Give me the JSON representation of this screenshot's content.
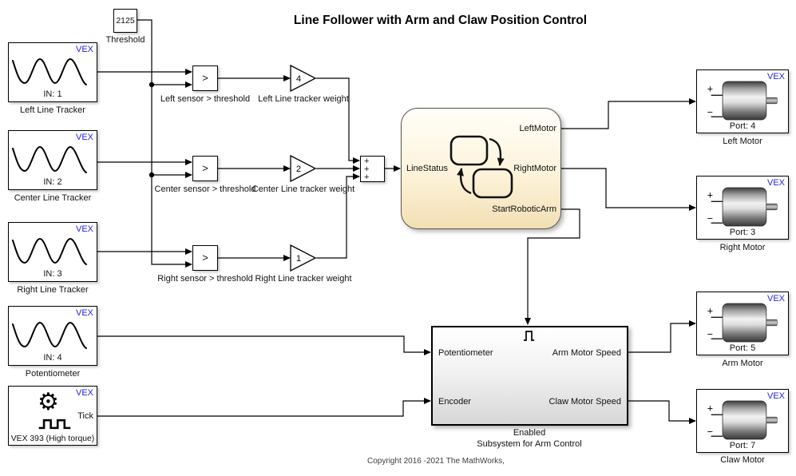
{
  "title": "Line Follower with Arm and Claw Position Control",
  "copyright": "Copyright 2016 -2021 The MathWorks,",
  "brand": "VEX",
  "colors": {
    "vex_blue": "#2323e6",
    "wire": "#000000",
    "chart_fill_bottom": "#f2dfb4"
  },
  "icons": {
    "gear": "⚙"
  },
  "threshold": {
    "value": "2125",
    "label": "Threshold"
  },
  "sources": [
    {
      "signal": "IN: 1",
      "label": "Left Line Tracker"
    },
    {
      "signal": "IN: 2",
      "label": "Center Line Tracker"
    },
    {
      "signal": "IN: 3",
      "label": "Right Line Tracker"
    },
    {
      "signal": "IN: 4",
      "label": "Potentiometer"
    }
  ],
  "encoder": {
    "port": "Tick",
    "label": "VEX 393 (High torque)"
  },
  "comparators": [
    {
      "op": ">",
      "label": "Left sensor > threshold"
    },
    {
      "op": ">",
      "label": "Center sensor > threshold"
    },
    {
      "op": ">",
      "label": "Right sensor > threshold"
    }
  ],
  "gains": [
    {
      "value": "4",
      "label": "Left Line tracker weight"
    },
    {
      "value": "2",
      "label": "Center Line tracker weight"
    },
    {
      "value": "1",
      "label": "Right Line tracker weight"
    }
  ],
  "sum": {
    "signs": [
      "+",
      "+",
      "+"
    ]
  },
  "chart": {
    "input": "LineStatus",
    "outputs": [
      "LeftMotor",
      "RightMotor",
      "StartRoboticArm"
    ]
  },
  "subsystem": {
    "inputs": [
      "Potentiometer",
      "Encoder"
    ],
    "outputs": [
      "Arm Motor Speed",
      "Claw Motor Speed"
    ],
    "label1": "Enabled",
    "label2": "Subsystem for Arm Control"
  },
  "motors": [
    {
      "port": "Port: 4",
      "label": "Left Motor"
    },
    {
      "port": "Port: 3",
      "label": "Right Motor"
    },
    {
      "port": "Port: 5",
      "label": "Arm Motor"
    },
    {
      "port": "Port: 7",
      "label": "Claw Motor"
    }
  ]
}
